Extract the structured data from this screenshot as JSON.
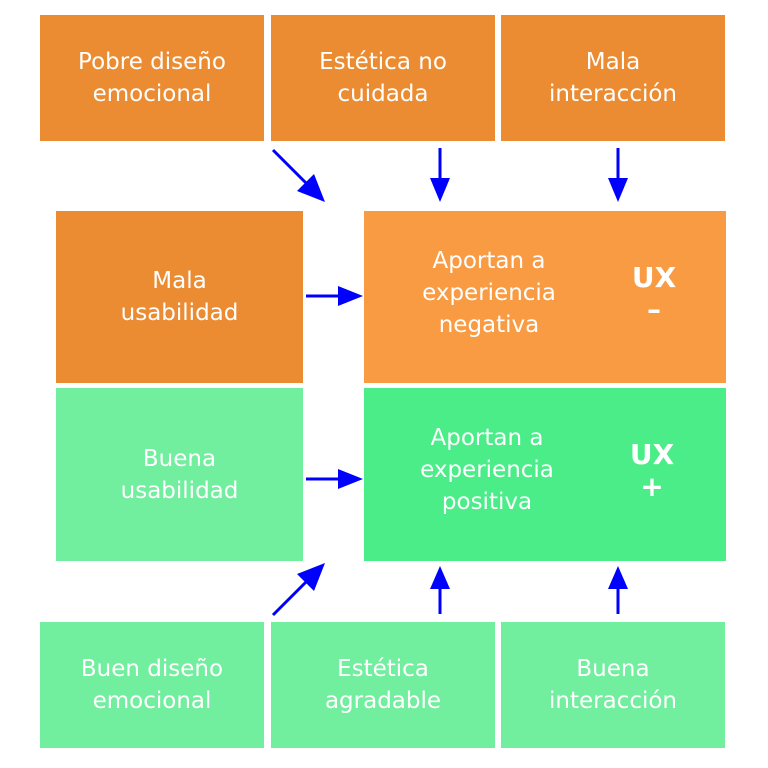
{
  "colors": {
    "negative_cause": "#eb8c33",
    "negative_result": "#f89b42",
    "positive_cause": "#72ee9f",
    "positive_result": "#4aed88",
    "arrow": "#0000ff",
    "text": "#ffffff"
  },
  "top_row": [
    {
      "label": "Pobre diseño\nemocional"
    },
    {
      "label": "Estética no\ncuidada"
    },
    {
      "label": "Mala\ninteracción"
    }
  ],
  "middle": {
    "negative_cause": {
      "label": "Mala\nusabilidad"
    },
    "negative_result": {
      "label": "Aportan a\nexperiencia\nnegativa",
      "ux": "UX",
      "sign": "–"
    },
    "positive_cause": {
      "label": "Buena\nusabilidad"
    },
    "positive_result": {
      "label": "Aportan a\nexperiencia\npositiva",
      "ux": "UX",
      "sign": "+"
    }
  },
  "bottom_row": [
    {
      "label": "Buen diseño\nemocional"
    },
    {
      "label": "Estética\nagradable"
    },
    {
      "label": "Buena\ninteracción"
    }
  ],
  "edges": [
    {
      "from": "Pobre diseño emocional",
      "to": "Aportan a experiencia negativa"
    },
    {
      "from": "Estética no cuidada",
      "to": "Aportan a experiencia negativa"
    },
    {
      "from": "Mala interacción",
      "to": "Aportan a experiencia negativa"
    },
    {
      "from": "Mala usabilidad",
      "to": "Aportan a experiencia negativa"
    },
    {
      "from": "Buena usabilidad",
      "to": "Aportan a experiencia positiva"
    },
    {
      "from": "Buen diseño emocional",
      "to": "Aportan a experiencia positiva"
    },
    {
      "from": "Estética agradable",
      "to": "Aportan a experiencia positiva"
    },
    {
      "from": "Buena interacción",
      "to": "Aportan a experiencia positiva"
    }
  ]
}
